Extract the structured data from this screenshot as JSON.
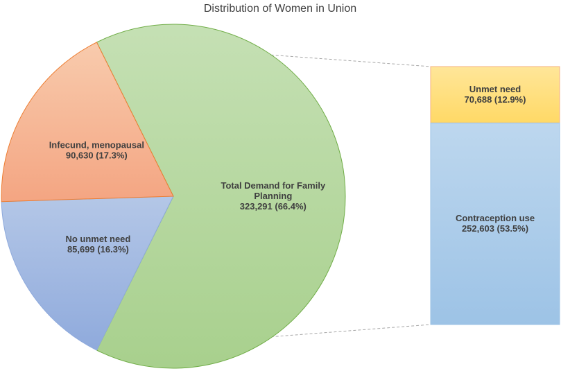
{
  "chart_data": {
    "type": "bar-of-pie",
    "title": "Distribution of Women in Union",
    "pie": {
      "slices": [
        {
          "label_lines": [
            "Total Demand for Family",
            "Planning",
            "323,291 (66.4%)"
          ],
          "value": 323291,
          "percent": 66.4,
          "color": "#a8d08d",
          "color_light": "#c5e0b4",
          "stroke": "#70ad47"
        },
        {
          "label_lines": [
            "No unmet need",
            "85,699 (16.3%)"
          ],
          "value": 85699,
          "percent": 16.3,
          "color": "#8faadc",
          "color_light": "#b4c7e7",
          "stroke": "#8faadc"
        },
        {
          "label_lines": [
            "Infecund, menopausal",
            "90,630 (17.3%)"
          ],
          "value": 90630,
          "percent": 17.3,
          "color": "#f4a582",
          "color_light": "#f8cbad",
          "stroke": "#ed7d31"
        }
      ]
    },
    "bar": {
      "segments": [
        {
          "label_lines": [
            "Unmet need",
            "70,688 (12.9%)"
          ],
          "value": 70688,
          "percent": 12.9,
          "color": "#ffd966",
          "color_light": "#ffe699",
          "stroke": "#f4b183"
        },
        {
          "label_lines": [
            "Contraception use",
            "252,603 (53.5%)"
          ],
          "value": 252603,
          "percent": 53.5,
          "color": "#9dc3e6",
          "color_light": "#bdd7ee",
          "stroke": "#9dc3e6"
        }
      ]
    },
    "connector_color": "#a6a6a6"
  }
}
